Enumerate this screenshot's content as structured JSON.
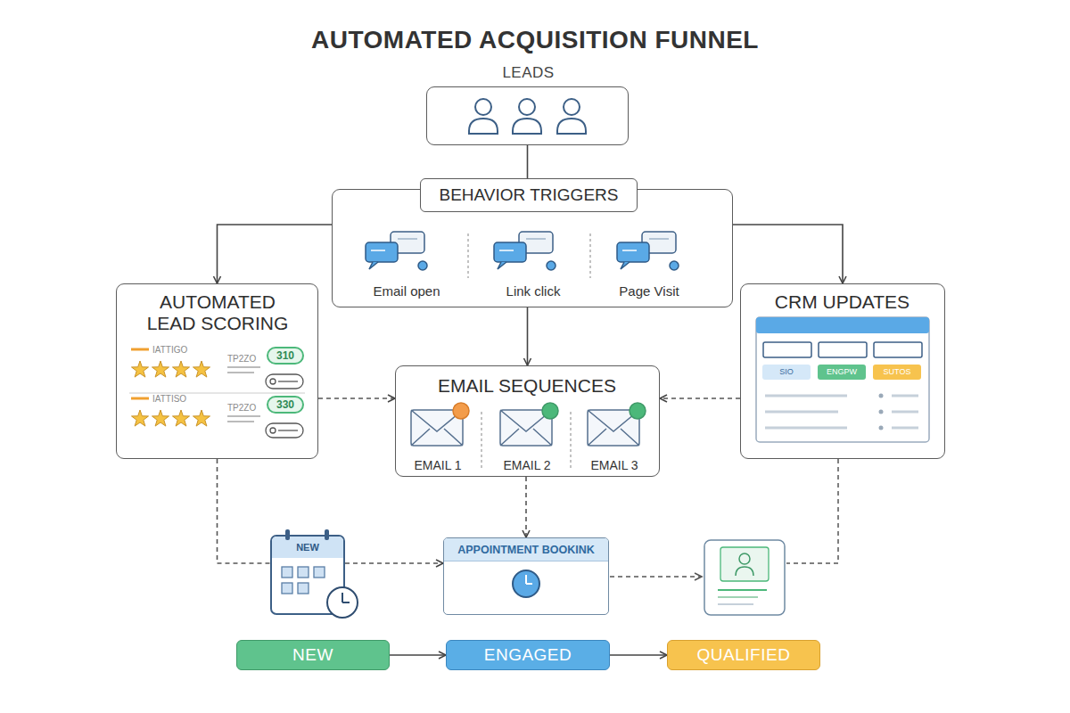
{
  "diagram": {
    "title": "AUTOMATED ACQUISITION FUNNEL",
    "nodes": [
      {
        "text": [
          "LEADS"
        ]
      },
      {
        "text": [
          "BEHAVIOR TRIGGERS",
          "Email open",
          "Link click",
          "Page Visit"
        ]
      },
      {
        "text": [
          "AUTOMATED LEAD SCORING",
          "IATTIGO",
          "TP2ZO",
          "310",
          "IATTISO",
          "TP2ZO",
          "330"
        ]
      },
      {
        "text": [
          "EMAIL SEQUENCES",
          "EMAIL 1",
          "EMAIL 2",
          "EMAIL 3"
        ]
      },
      {
        "text": [
          "CRM UPDATES",
          "SIO",
          "ENGPW",
          "SUTOS"
        ]
      },
      {
        "text": [
          "NEW"
        ]
      },
      {
        "text": [
          "APPOINTMENT BOOKINK"
        ]
      },
      {
        "text": [
          "NEW"
        ]
      },
      {
        "text": [
          "ENGAGED"
        ]
      },
      {
        "text": [
          "QUALIFIED"
        ]
      }
    ],
    "edges": [
      {
        "from": 0,
        "to": 1,
        "arrow": "to"
      },
      {
        "from": 1,
        "to": 2,
        "arrow": "to"
      },
      {
        "from": 1,
        "to": 4,
        "arrow": "to"
      },
      {
        "from": 1,
        "to": 3,
        "arrow": "to"
      },
      {
        "from": 2,
        "to": 3,
        "arrow": "to"
      },
      {
        "from": 4,
        "to": 3,
        "arrow": "to"
      },
      {
        "from": 3,
        "to": 6,
        "arrow": "to"
      },
      {
        "from": 2,
        "to": 5,
        "arrow": "none"
      },
      {
        "from": 5,
        "to": 6,
        "arrow": "to"
      },
      {
        "from": 7,
        "to": 8,
        "arrow": "to"
      },
      {
        "from": 8,
        "to": 9,
        "arrow": "to"
      }
    ]
  }
}
